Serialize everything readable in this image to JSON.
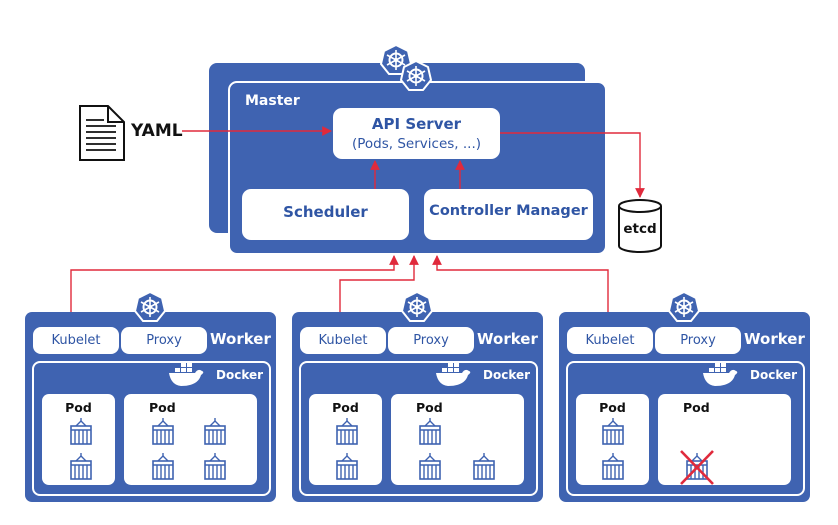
{
  "colors": {
    "primary": "#3f63b1",
    "dark": "#2f55a4",
    "arrow": "#e02a3c",
    "white": "#ffffff",
    "ink": "#111111"
  },
  "yaml": {
    "label": "YAML",
    "icon": "document-icon"
  },
  "master": {
    "label": "Master",
    "api_title": "API Server",
    "api_sub": "(Pods, Services, ...)",
    "scheduler": "Scheduler",
    "controller": "Controller Manager",
    "icon": "kubernetes-helm-icon"
  },
  "etcd": {
    "label": "etcd",
    "icon": "database-icon"
  },
  "workers": [
    {
      "label": "Worker",
      "kubelet": "Kubelet",
      "proxy": "Proxy",
      "docker": "Docker",
      "pods": [
        {
          "label": "Pod"
        },
        {
          "label": "Pod"
        }
      ]
    },
    {
      "label": "Worker",
      "kubelet": "Kubelet",
      "proxy": "Proxy",
      "docker": "Docker",
      "pods": [
        {
          "label": "Pod"
        },
        {
          "label": "Pod"
        }
      ]
    },
    {
      "label": "Worker",
      "kubelet": "Kubelet",
      "proxy": "Proxy",
      "docker": "Docker",
      "pods": [
        {
          "label": "Pod"
        },
        {
          "label": "Pod"
        }
      ]
    }
  ]
}
